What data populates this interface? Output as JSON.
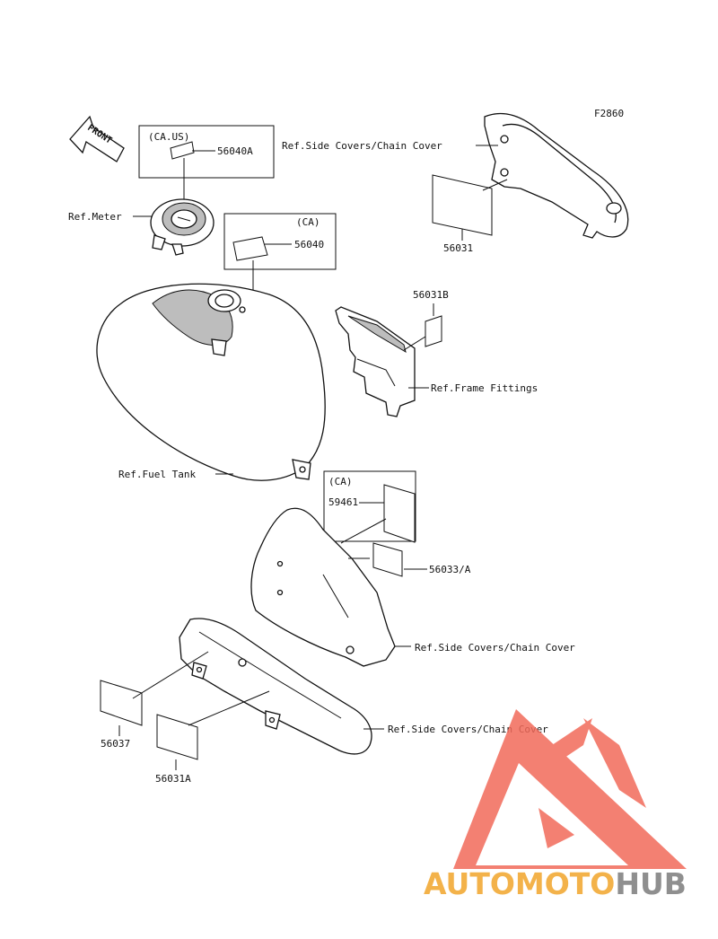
{
  "figure_code": "F2860",
  "front_arrow": "FRONT",
  "labels": {
    "ca_us": "(CA.US)",
    "p56040a": "56040A",
    "ref_meter": "Ref.Meter",
    "ca_1": "(CA)",
    "p56040": "56040",
    "ref_side_covers_1": "Ref.Side Covers/Chain Cover",
    "p56031": "56031",
    "p56031b": "56031B",
    "ref_frame_fittings": "Ref.Frame Fittings",
    "ref_fuel_tank": "Ref.Fuel Tank",
    "ca_2": "(CA)",
    "p59461": "59461",
    "p56033a": "56033/A",
    "ref_side_covers_2": "Ref.Side Covers/Chain Cover",
    "ref_side_covers_3": "Ref.Side Covers/Chain Cover",
    "p56037": "56037",
    "p56031a": "56031A"
  },
  "watermark": {
    "part1": "AUTOMOTO",
    "part2": "HUB",
    "color1": "#f3b24a",
    "color2": "#8f8f8f",
    "logo_color": "#f26a5a"
  }
}
